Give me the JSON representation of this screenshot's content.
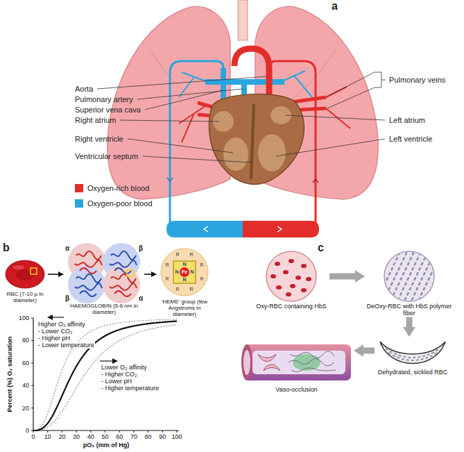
{
  "diagram": {
    "nodes": [
      {
        "text": [
          "RBC (7-10 μ in diameter)"
        ]
      },
      {
        "text": [
          "HAEMOGLOBIN (5-6 nm in diameter)"
        ]
      },
      {
        "text": [
          "'HEME' group (few Angstroms in diameter)"
        ]
      },
      {
        "text": [
          "Oxy-RBC containing HbS"
        ]
      },
      {
        "text": [
          "DeOxy-RBC with HbS polymer fiber"
        ]
      },
      {
        "text": [
          "Dehydrated, sickled RBC"
        ]
      },
      {
        "text": [
          "Vaso-occlusion"
        ]
      }
    ],
    "edges": [
      {
        "from": 0,
        "to": 1,
        "arrow": "to"
      },
      {
        "from": 1,
        "to": 2,
        "arrow": "to"
      },
      {
        "from": 3,
        "to": 4,
        "arrow": "to"
      },
      {
        "from": 4,
        "to": 5,
        "arrow": "to"
      },
      {
        "from": 5,
        "to": 6,
        "arrow": "to"
      }
    ],
    "labels": [
      "a",
      "Pulmonary veins",
      "Aorta",
      "Pulmonary artery",
      "Superior vena cava",
      "Right atrium",
      "Right ventricle",
      "Ventricular septum",
      "Left atrium",
      "Left ventricle",
      "b",
      "α",
      "β",
      "β",
      "α",
      "Fe",
      "N",
      "N",
      "N",
      "N",
      "R",
      "R",
      "R",
      "R",
      "R",
      "R",
      "R",
      "R",
      "Percent (%) O₂ saturation",
      "100",
      "80",
      "60",
      "40",
      "20",
      "0",
      "Higher O₂ affinity",
      "- Lower CO₂",
      "- Higher pH",
      "- Lower temperature",
      "Lower O₂ affinity",
      "- Higher CO₂",
      "- Lower pH",
      "- Higher temperature",
      "0",
      "10",
      "20",
      "30",
      "40",
      "50",
      "60",
      "70",
      "80",
      "90",
      "100",
      "pO₂ (mm of Hg)",
      "c"
    ],
    "legend": [
      {
        "text": "Oxygen-rich blood",
        "color": "#e32d2a"
      },
      {
        "text": "Oxygen-poor blood",
        "color": "#2aa5de"
      }
    ]
  }
}
